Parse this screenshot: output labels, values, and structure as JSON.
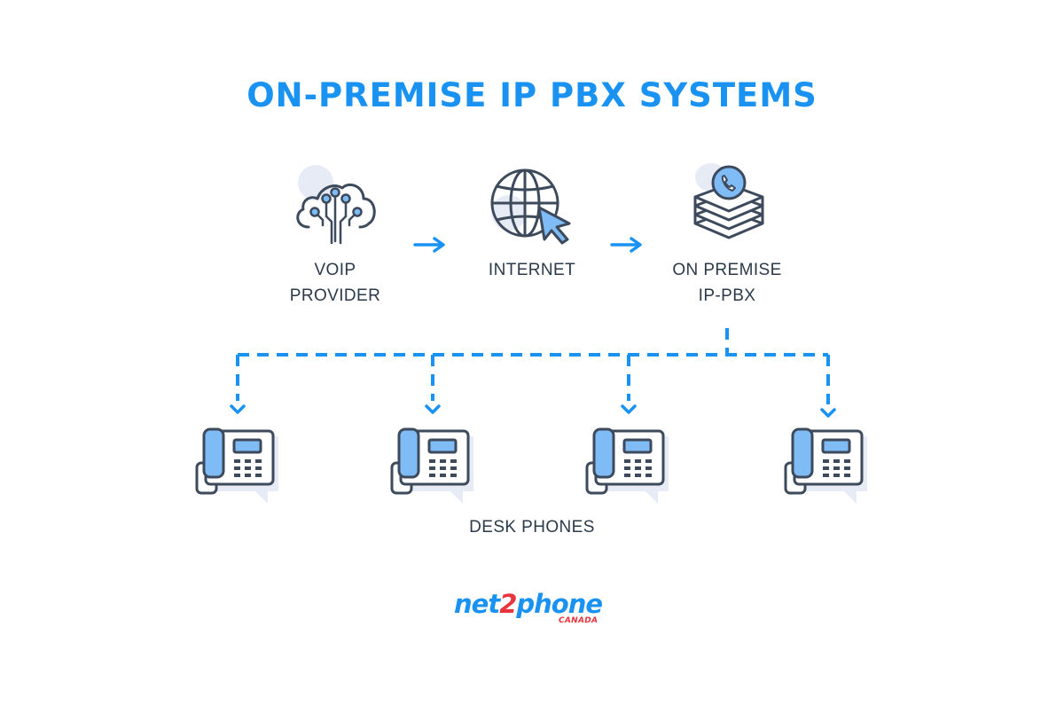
{
  "title": "ON-PREMISE IP PBX SYSTEMS",
  "nodes": [
    {
      "id": "voip",
      "icon": "cloud-network-icon",
      "label_lines": [
        "VOIP",
        "PROVIDER"
      ]
    },
    {
      "id": "internet",
      "icon": "globe-cursor-icon",
      "label_lines": [
        "INTERNET"
      ]
    },
    {
      "id": "pbx",
      "icon": "server-phone-icon",
      "label_lines": [
        "ON PREMISE",
        "IP-PBX"
      ]
    }
  ],
  "desk_phones": {
    "label": "DESK PHONES",
    "count": 4,
    "icon": "desk-phone-icon"
  },
  "logo": {
    "word_a": "net",
    "word_b": "2",
    "word_c": "phone",
    "sub": "CANADA"
  },
  "colors": {
    "accent": "#1a92f2",
    "stroke": "#3d4a5c",
    "light": "#e6ebf5",
    "fill_blue": "#7fbcf6",
    "brand_red": "#e8343c"
  }
}
